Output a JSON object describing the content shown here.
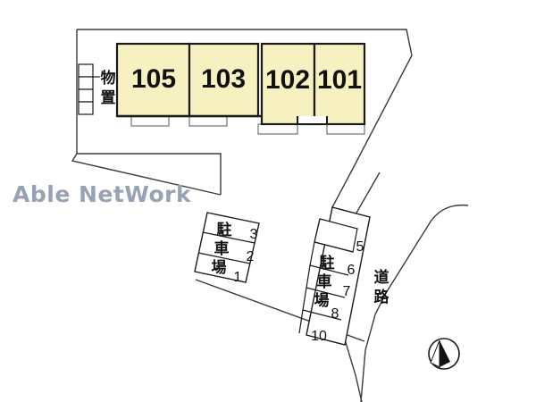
{
  "plan": {
    "watermark": "Able NetWork",
    "colors": {
      "building_fill": "#f7f0c0",
      "outline": "#1a1a1a",
      "boundary": "#3a3a3a",
      "watermark": "#97a3b4",
      "background": "#ffffff"
    }
  },
  "building": {
    "storage_label": "物置",
    "units": [
      {
        "label": "105"
      },
      {
        "label": "103"
      },
      {
        "label": "102"
      },
      {
        "label": "101"
      }
    ]
  },
  "parking_left": {
    "label": "駐車場",
    "label_chars": [
      "駐",
      "車",
      "場"
    ],
    "slots": [
      "3",
      "2",
      "1"
    ]
  },
  "parking_right": {
    "label": "駐車場",
    "label_chars": [
      "駐",
      "車",
      "場"
    ],
    "slots": [
      "5",
      "6",
      "7",
      "8",
      "10"
    ]
  },
  "road": {
    "label": "道路",
    "label_chars": [
      "道",
      "路"
    ]
  },
  "compass": {
    "name": "north-arrow"
  }
}
